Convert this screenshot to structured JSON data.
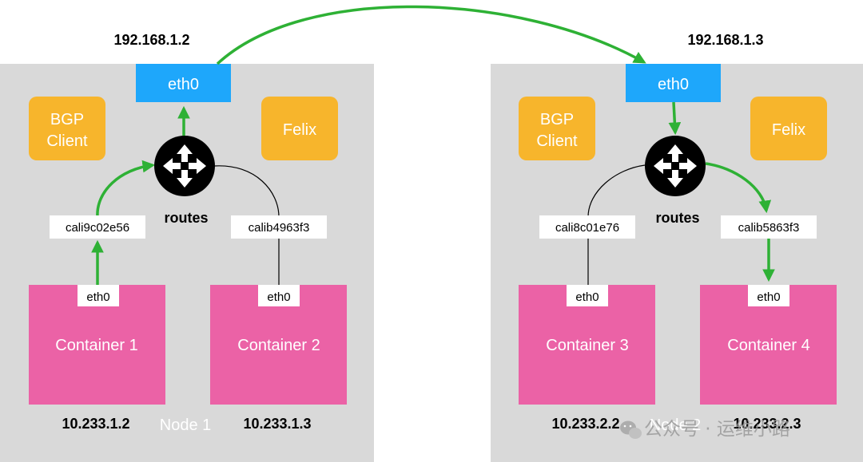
{
  "nodes": [
    {
      "label": "Node 1",
      "host_ip": "192.168.1.2",
      "eth0": "eth0",
      "bgp": [
        "BGP",
        "Client"
      ],
      "felix": "Felix",
      "routes": "routes",
      "veth_left": "cali9c02e56",
      "veth_right": "calib4963f3",
      "containers": [
        {
          "name": "Container 1",
          "eth": "eth0",
          "ip": "10.233.1.2"
        },
        {
          "name": "Container  2",
          "eth": "eth0",
          "ip": "10.233.1.3"
        }
      ]
    },
    {
      "label": "Node 2",
      "host_ip": "192.168.1.3",
      "eth0": "eth0",
      "bgp": [
        "BGP",
        "Client"
      ],
      "felix": "Felix",
      "routes": "routes",
      "veth_left": "cali8c01e76",
      "veth_right": "calib5863f3",
      "containers": [
        {
          "name": "Container 3",
          "eth": "eth0",
          "ip": "10.233.2.2"
        },
        {
          "name": "Container  4",
          "eth": "eth0",
          "ip": "10.233.2.3"
        }
      ]
    }
  ],
  "watermark": "公众号 · 运维小路",
  "colors": {
    "node_bg": "#d9d9d9",
    "eth_blue": "#1ea7fb",
    "component_yellow": "#f7b52c",
    "container_pink": "#eb62a6",
    "path_green": "#2eb135"
  },
  "icons": [
    "router-icon",
    "wechat-icon"
  ]
}
